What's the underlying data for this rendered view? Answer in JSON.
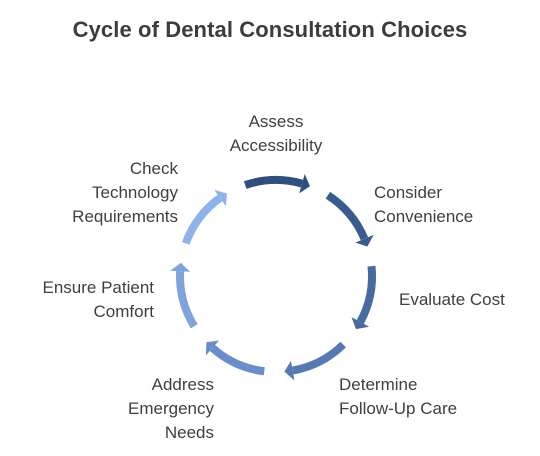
{
  "title": "Cycle of Dental Consultation Choices",
  "steps": [
    {
      "label": "Assess\nAccessibility",
      "color": "#2f4f80"
    },
    {
      "label": "Consider\nConvenience",
      "color": "#3a5b8e"
    },
    {
      "label": "Evaluate Cost",
      "color": "#476a9f"
    },
    {
      "label": "Determine\nFollow-Up Care",
      "color": "#5679b4"
    },
    {
      "label": "Address\nEmergency\nNeeds",
      "color": "#6a8ecb"
    },
    {
      "label": "Ensure Patient\nComfort",
      "color": "#7fa3dc"
    },
    {
      "label": "Check\nTechnology\nRequirements",
      "color": "#8db3ea"
    }
  ]
}
